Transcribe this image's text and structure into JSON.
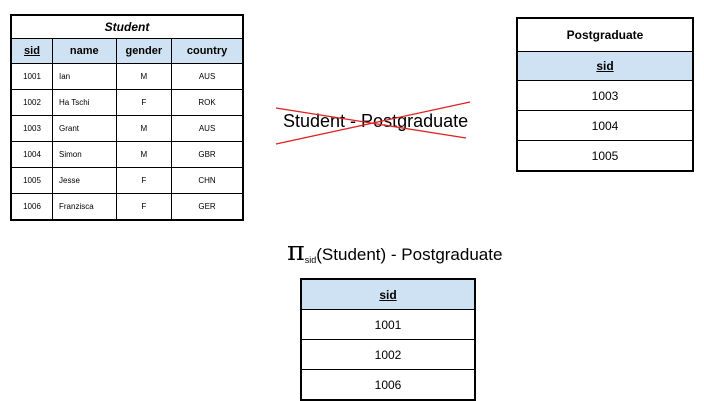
{
  "student_table": {
    "title": "Student",
    "columns": [
      "sid",
      "name",
      "gender",
      "country"
    ],
    "rows": [
      [
        "1001",
        "Ian",
        "M",
        "AUS"
      ],
      [
        "1002",
        "Ha Tschi",
        "F",
        "ROK"
      ],
      [
        "1003",
        "Grant",
        "M",
        "AUS"
      ],
      [
        "1004",
        "Simon",
        "M",
        "GBR"
      ],
      [
        "1005",
        "Jesse",
        "F",
        "CHN"
      ],
      [
        "1006",
        "Franzisca",
        "F",
        "GER"
      ]
    ]
  },
  "postgraduate_table": {
    "title": "Postgraduate",
    "column": "sid",
    "rows": [
      "1003",
      "1004",
      "1005"
    ]
  },
  "invalid_expression": {
    "text": "Student - Postgraduate",
    "cross_color": "#e02020"
  },
  "projection_expression": {
    "pi": "π",
    "subscript": "sid",
    "rest": "(Student) - Postgraduate"
  },
  "result_table": {
    "column": "sid",
    "rows": [
      "1001",
      "1002",
      "1006"
    ]
  },
  "colors": {
    "header_fill": "#cfe2f3",
    "border": "#000000"
  }
}
